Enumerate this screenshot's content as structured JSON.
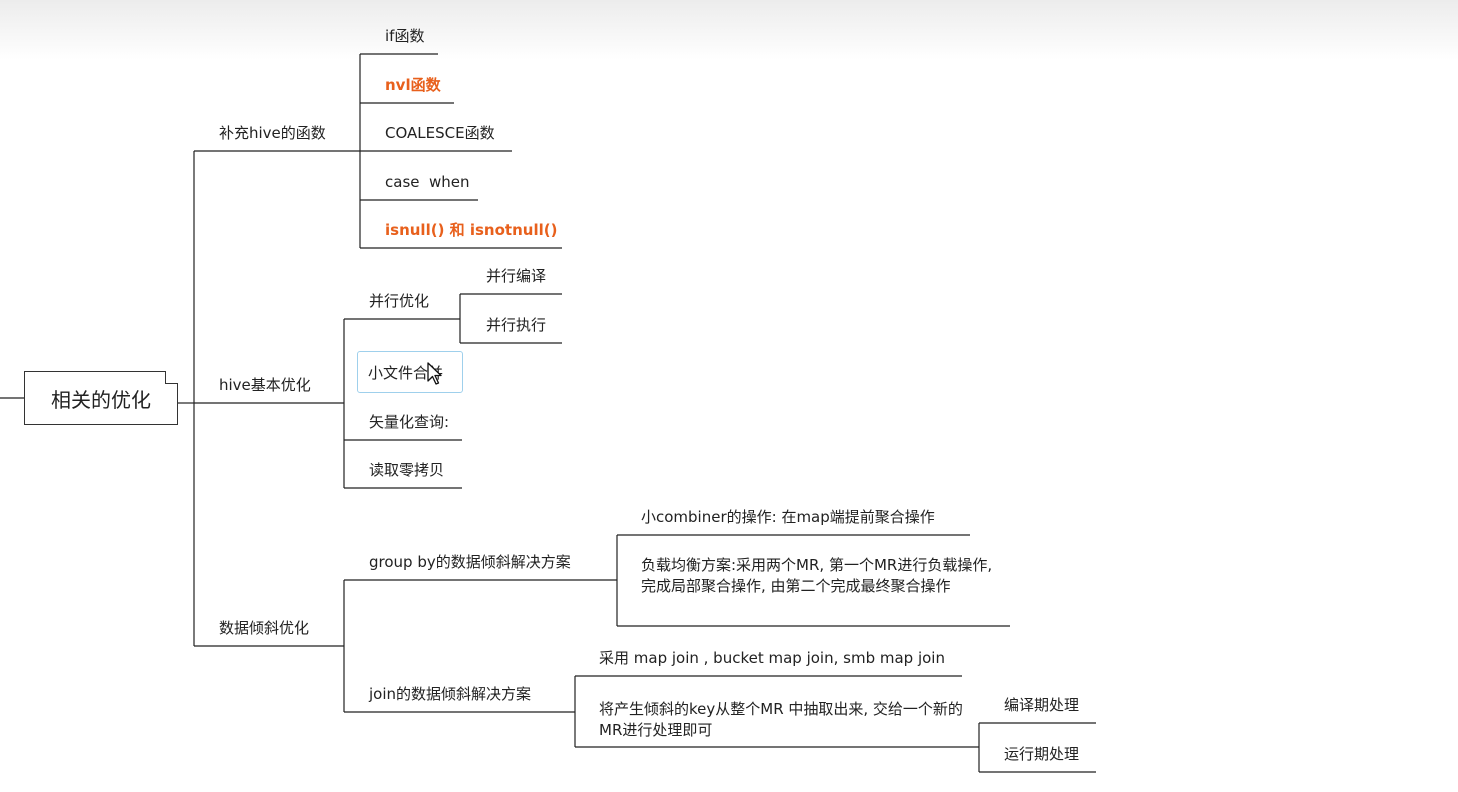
{
  "root": {
    "label": "相关的优化"
  },
  "branches": [
    {
      "label": "补充hive的函数",
      "children": [
        {
          "label": "if函数",
          "highlight": false
        },
        {
          "label": "nvl函数",
          "highlight": true
        },
        {
          "label": "COALESCE函数",
          "highlight": false
        },
        {
          "label": "case  when",
          "highlight": false
        },
        {
          "label": "isnull() 和 isnotnull()",
          "highlight": true
        }
      ]
    },
    {
      "label": "hive基本优化",
      "children": [
        {
          "label": "并行优化",
          "children": [
            "并行编译",
            "并行执行"
          ]
        },
        {
          "label": "小文件合并",
          "selected": true
        },
        {
          "label": "矢量化查询:"
        },
        {
          "label": "读取零拷贝"
        }
      ]
    },
    {
      "label": "数据倾斜优化",
      "children": [
        {
          "label": "group by的数据倾斜解决方案",
          "children": [
            "小combiner的操作: 在map端提前聚合操作",
            "负载均衡方案:采用两个MR, 第一个MR进行负载操作, 完成局部聚合操作, 由第二个完成最终聚合操作"
          ]
        },
        {
          "label": "join的数据倾斜解决方案",
          "children": [
            {
              "label": "采用 map join , bucket map join, smb map join"
            },
            {
              "label": "将产生倾斜的key从整个MR 中抽取出来, 交给一个新的MR进行处理即可",
              "children": [
                "编译期处理",
                "运行期处理"
              ]
            }
          ]
        }
      ]
    }
  ],
  "colors": {
    "highlight": "#e8601c",
    "line": "#222222",
    "selection": "#9fd0ec"
  },
  "icons": {
    "cursor": "mouse-pointer-icon"
  }
}
